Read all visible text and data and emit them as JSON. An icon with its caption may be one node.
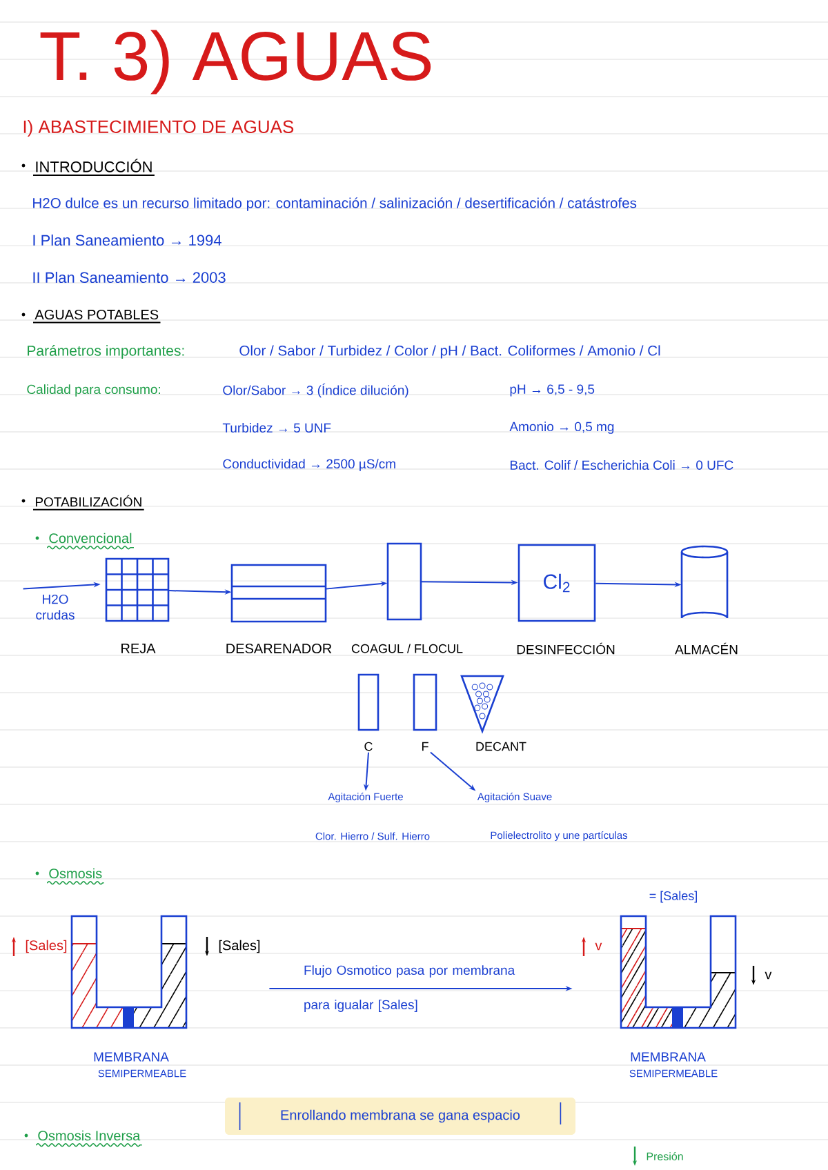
{
  "diagram": {
    "title": "T. 3) AGUAS",
    "nodes": [
      {
        "text": [
          "H2O crudas"
        ]
      },
      {
        "text": [],
        "shape": "grid",
        "beside": [
          "REJA"
        ]
      },
      {
        "text": [],
        "shape": "box",
        "beside": [
          "DESARENADOR"
        ]
      },
      {
        "text": [],
        "shape": "box",
        "beside": [
          "COAGUL / FLOCUL"
        ]
      },
      {
        "text": [
          "Cl$_{2}$"
        ],
        "beside": [
          "DESINFECCIÓN"
        ]
      },
      {
        "text": [],
        "shape": "cylinder",
        "beside": [
          "ALMACÉN"
        ]
      },
      {
        "text": [],
        "shape": "box",
        "beside": [
          "C"
        ]
      },
      {
        "text": [],
        "shape": "box",
        "beside": [
          "F"
        ]
      },
      {
        "text": [],
        "shape": "triangle",
        "beside": [
          "DECANT"
        ]
      },
      {
        "text": [
          "Agitación Fuerte"
        ]
      },
      {
        "text": [
          "Agitación Suave"
        ]
      },
      {
        "text": [],
        "shape": "picture",
        "beside": [
          "MEMBRANA",
          "SEMIPERMEABLE"
        ]
      },
      {
        "text": [],
        "shape": "picture",
        "beside": [
          "MEMBRANA",
          "SEMIPERMEABLE"
        ]
      }
    ],
    "edges": [
      {
        "from": 0,
        "to": 1,
        "arrow": "to"
      },
      {
        "from": 1,
        "to": 2,
        "arrow": "to"
      },
      {
        "from": 2,
        "to": 3,
        "arrow": "to"
      },
      {
        "from": 3,
        "to": 4,
        "arrow": "to"
      },
      {
        "from": 4,
        "to": 5,
        "arrow": "to"
      },
      {
        "from": 6,
        "to": 9,
        "arrow": "to"
      },
      {
        "from": 7,
        "to": 10,
        "arrow": "to"
      },
      {
        "from": 11,
        "to": 12,
        "arrow": "to",
        "label": "Flujo Osmotico pasa por membrana para igualar [Sales]"
      }
    ],
    "labels": [
      "I) ABASTECIMIENTO DE AGUAS",
      "INTRODUCCIÓN",
      "H2O dulce es un recurso limitado por: contaminación / salinización / desertificación / catástrofes",
      "I Plan Saneamiento → 1994",
      "II Plan Saneamiento → 2003",
      "AGUAS POTABLES",
      "Parámetros importantes:",
      "Olor / Sabor / Turbidez / Color / pH / Bact. Coliformes / Amonio / Cl",
      "Calidad para consumo:",
      "Olor/Sabor → 3 (Índice dilución)",
      "pH → 6,5 - 9,5",
      "Turbidez → 5 UNF",
      "Amonio → 0,5 mg",
      "Conductividad → 2500 µS/cm",
      "Bact. Colif / Escherichia Coli → 0 UFC",
      "POTABILIZACIÓN",
      "Convencional",
      "Clor. Hierro / Sulf. Hierro",
      "Polielectrolito y une partículas",
      "Osmosis",
      "[Sales]",
      "[Sales]",
      "= [Sales]",
      "v",
      "v",
      "Enrollando membrana se gana espacio",
      "Osmosis Inversa",
      "Presión"
    ]
  }
}
